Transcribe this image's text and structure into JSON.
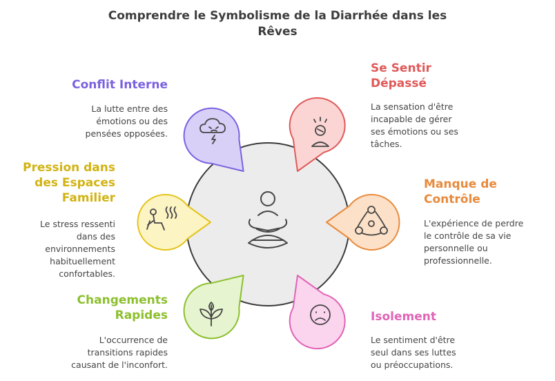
{
  "title": [
    "Comprendre le Symbolisme de la Diarrhée dans les",
    "Rêves"
  ],
  "center": {
    "icon": "meditation-person-icon"
  },
  "items": [
    {
      "id": "conflit",
      "color": "#7b61e0",
      "fill": "#d8d0f7",
      "icon": "storm-cloud-icon",
      "title": [
        "Conflit Interne"
      ],
      "desc": [
        "La lutte entre des",
        "émotions ou des",
        "pensées opposées."
      ]
    },
    {
      "id": "depasse",
      "color": "#e05a5a",
      "fill": "#fbd4d4",
      "icon": "stressed-person-icon",
      "title": [
        "Se Sentir",
        "Dépassé"
      ],
      "desc": [
        "La sensation d'être",
        "incapable de gérer",
        "ses émotions ou ses",
        "tâches."
      ]
    },
    {
      "id": "pression",
      "color": "#e3c41b",
      "fill": "#fdf4c4",
      "icon": "hot-seat-icon",
      "title": [
        "Pression dans",
        "des Espaces",
        "Familier"
      ],
      "desc": [
        "Le stress ressenti",
        "dans des",
        "environnements",
        "habituellement",
        "confortables."
      ]
    },
    {
      "id": "controle",
      "color": "#e88a3c",
      "fill": "#fde0c8",
      "icon": "fidget-spinner-icon",
      "title": [
        "Manque de",
        "Contrôle"
      ],
      "desc": [
        "L'expérience de perdre",
        "le contrôle de sa vie",
        "personnelle ou",
        "professionnelle."
      ]
    },
    {
      "id": "changements",
      "color": "#8cbf2e",
      "fill": "#e6f4cf",
      "icon": "leaf-icon",
      "title": [
        "Changements",
        "Rapides"
      ],
      "desc": [
        "L'occurrence de",
        "transitions rapides",
        "causant de l'inconfort."
      ]
    },
    {
      "id": "isolement",
      "color": "#e063b6",
      "fill": "#fbd4ee",
      "icon": "sad-face-icon",
      "title": [
        "Isolement"
      ],
      "desc": [
        "Le sentiment d'être",
        "seul dans ses luttes",
        "ou préoccupations."
      ]
    }
  ]
}
